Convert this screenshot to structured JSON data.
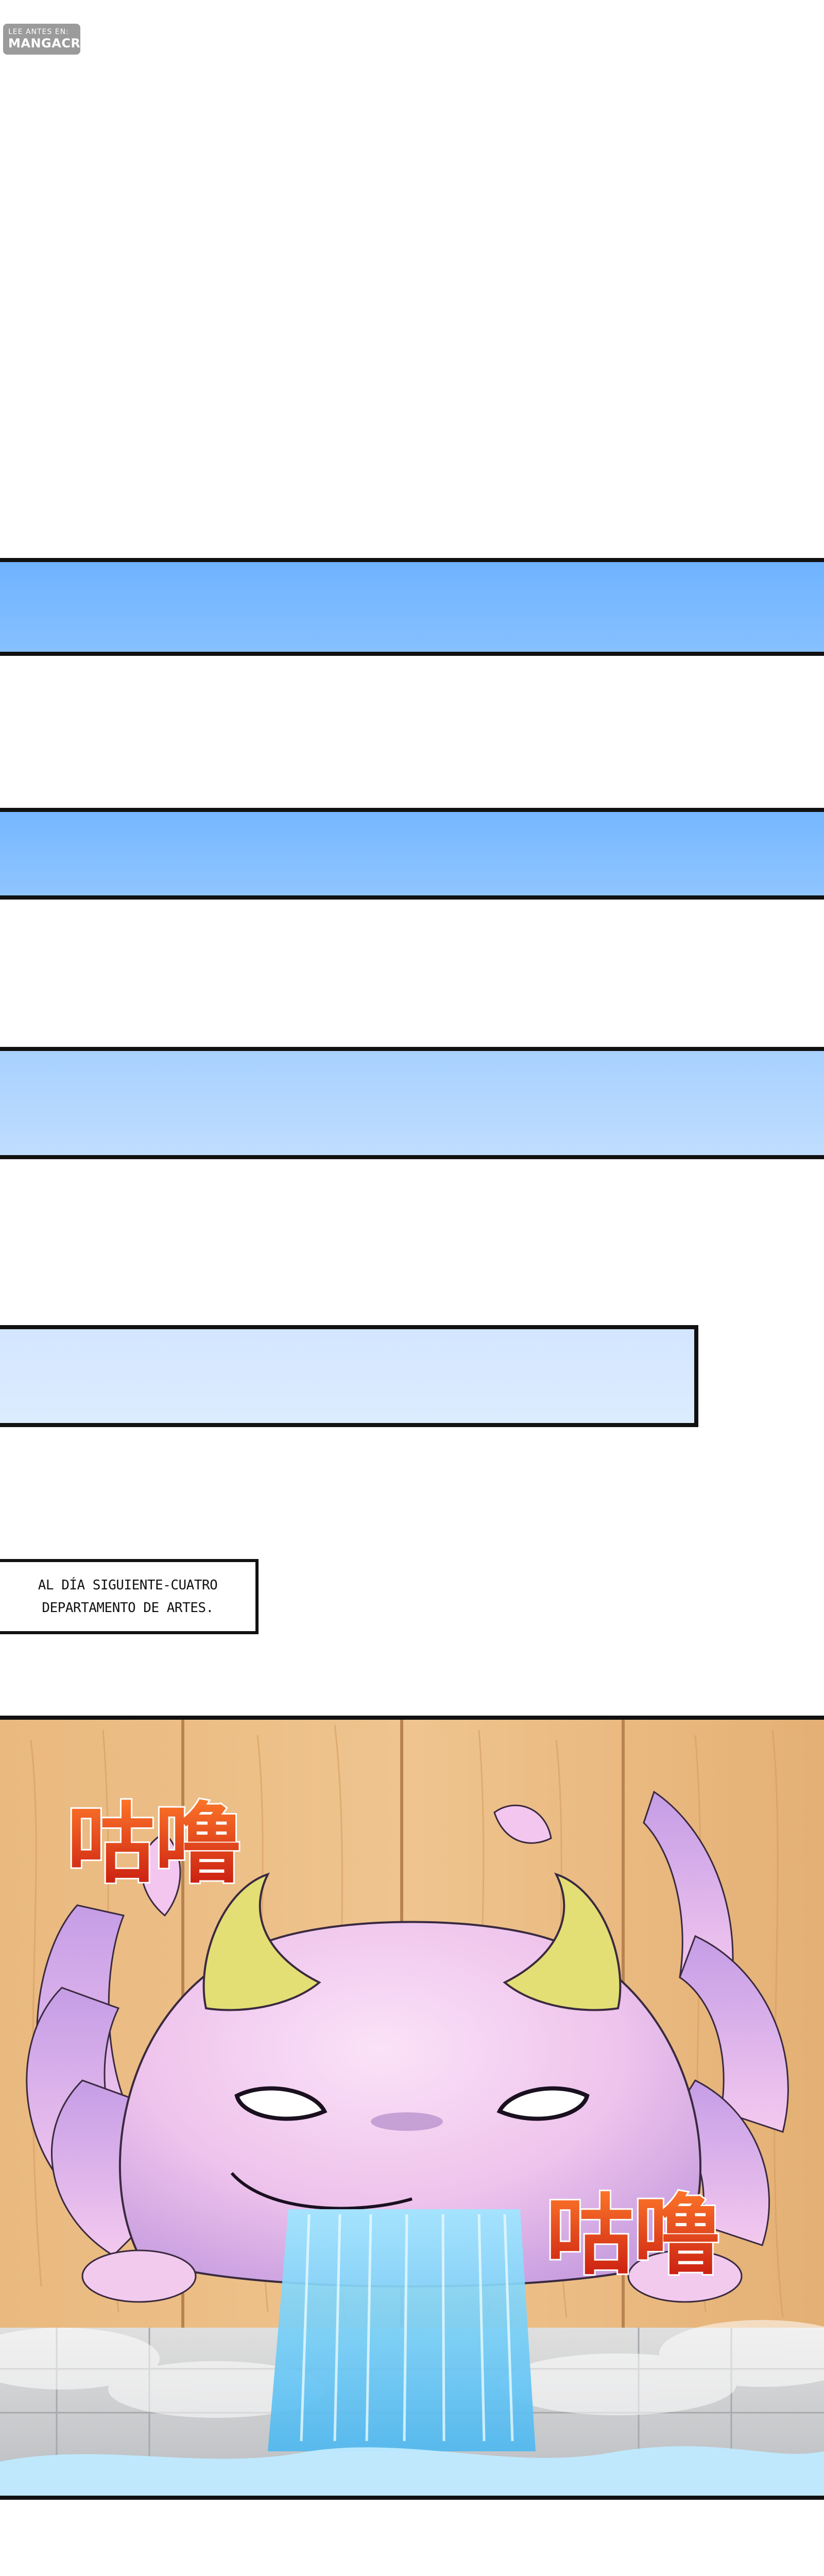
{
  "watermark": {
    "prefix": "LEE ANTES EN:",
    "site": "MANGACRAB.COM"
  },
  "caption": {
    "line1": "AL DÍA SIGUIENTE-CUATRO",
    "line2": "DEPARTAMENTO DE ARTES."
  },
  "sound_effects": {
    "top_left": "咕噜",
    "bottom_right": "咕噜"
  },
  "colors": {
    "band_blue": "#7bb8ff",
    "band_light": "#d8e9ff",
    "sfx_red": "#d8341a",
    "creature_pink": "#f1c9ef",
    "creature_purple": "#b48ad9",
    "horn_yellow": "#e5e07a",
    "wood": "#e5b47a",
    "water": "#7fd2ff"
  }
}
